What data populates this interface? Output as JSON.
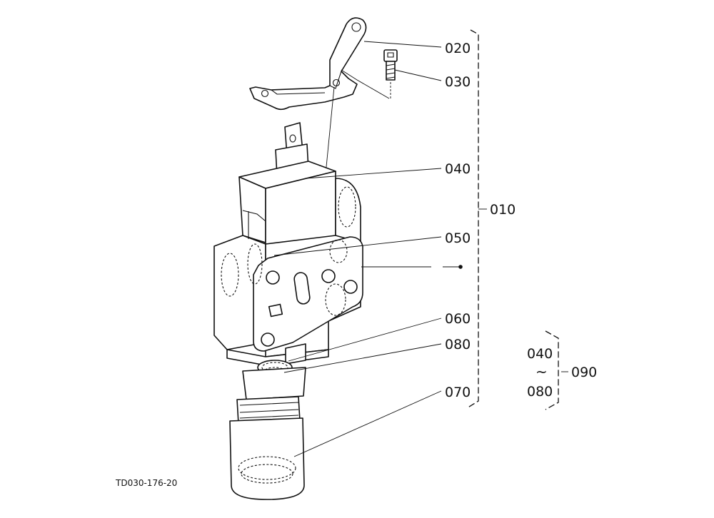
{
  "diagram": {
    "drawing_code": "TD030-176-20",
    "callouts": {
      "c010": "010",
      "c020": "020",
      "c030": "030",
      "c040": "040",
      "c050": "050",
      "c060": "060",
      "c070": "070",
      "c080": "080"
    },
    "group": {
      "from": "040",
      "range_mark": "~",
      "to": "080",
      "set": "090"
    },
    "colors": {
      "ink": "#111111",
      "background": "#ffffff"
    }
  }
}
